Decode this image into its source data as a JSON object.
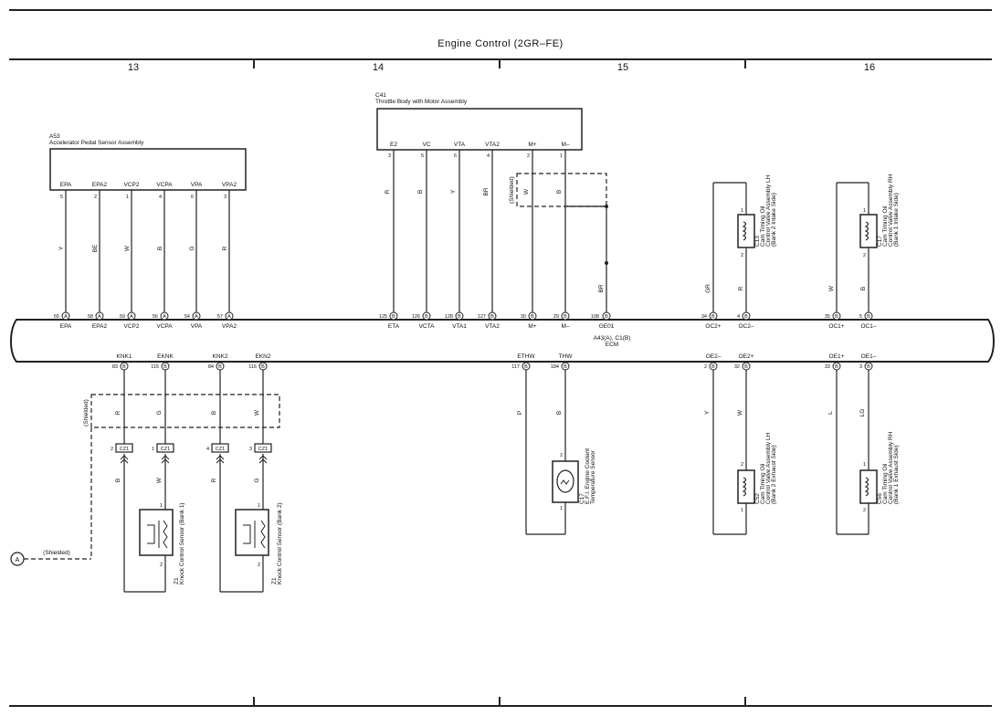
{
  "title": "Engine Control (2GR–FE)",
  "columns": [
    "13",
    "14",
    "15",
    "16"
  ],
  "shielded": "(Shielded)",
  "ground_ref": "A",
  "ecm": {
    "line1": "A43(A), C1(B)",
    "line2": "ECM"
  },
  "a53": {
    "id": "A53",
    "name": "Accelerator Pedal Sensor Assembly",
    "terms": [
      "EPA",
      "EPA2",
      "VCP2",
      "VCPA",
      "VPA",
      "VPA2"
    ],
    "pins": [
      "5",
      "2",
      "1",
      "4",
      "6",
      "3"
    ],
    "wires": [
      "Y",
      "BE",
      "W",
      "B",
      "G",
      "R"
    ],
    "ecm_pins": [
      "55",
      "58",
      "59",
      "56",
      "54",
      "57"
    ],
    "ecm_conn": [
      "A",
      "A",
      "A",
      "A",
      "A",
      "A"
    ],
    "ecm_names": [
      "EPA",
      "EPA2",
      "VCP2",
      "VCPA",
      "VPA",
      "VPA2"
    ]
  },
  "c41": {
    "id": "C41",
    "name": "Throttle Body with Motor Assembly",
    "terms": [
      "E2",
      "VC",
      "VTA",
      "VTA2",
      "M+",
      "M–"
    ],
    "pins": [
      "3",
      "5",
      "6",
      "4",
      "2",
      "1"
    ],
    "wires": [
      "R",
      "B",
      "Y",
      "BR",
      "W",
      "B"
    ],
    "ecm_pins": [
      "125",
      "126",
      "128",
      "127",
      "30",
      "29"
    ],
    "ecm_conn": [
      "B",
      "B",
      "B",
      "B",
      "B",
      "B"
    ],
    "ecm_names": [
      "ETA",
      "VCTA",
      "VTA1",
      "VTA2",
      "M+",
      "M–"
    ]
  },
  "ge01": {
    "wire": "BR",
    "pin": "108",
    "conn": "B",
    "name": "GE01"
  },
  "c13": {
    "id": "C13",
    "l1": "Cam Timing Oil",
    "l2": "Control Valve Assembly LH",
    "l3": "(Bank 2 Intake Side)",
    "wires": [
      "GR",
      "R"
    ],
    "pins_ecm": [
      "34",
      "4"
    ],
    "conn": [
      "B",
      "B"
    ],
    "names": [
      "OC2+",
      "OC2–"
    ],
    "pins": [
      "1",
      "2"
    ]
  },
  "c17": {
    "id": "C17",
    "l1": "Cam Timing Oil",
    "l2": "Control Valve Assembly RH",
    "l3": "(Bank 1 Intake Side)",
    "wires": [
      "W",
      "B"
    ],
    "pins_ecm": [
      "35",
      "5"
    ],
    "conn": [
      "B",
      "B"
    ],
    "names": [
      "OC1+",
      "OC1–"
    ],
    "pins": [
      "1",
      "2"
    ]
  },
  "knock": {
    "names": [
      "KNK1",
      "EKNK",
      "KNK2",
      "EKN2"
    ],
    "pins": [
      "83",
      "115",
      "84",
      "116"
    ],
    "conn": [
      "B",
      "B",
      "B",
      "B"
    ],
    "wires_top": [
      "R",
      "G",
      "B",
      "W"
    ],
    "cz1_pins": [
      "2",
      "1",
      "4",
      "3"
    ],
    "cz1": "CZ1",
    "wires_bot": [
      "B",
      "W",
      "R",
      "G"
    ]
  },
  "z1": {
    "id": "Z1",
    "name": "Knock Control Sensor (Bank 1)",
    "pins": [
      "1",
      "2"
    ]
  },
  "z2": {
    "id": "Z1",
    "name": "Knock Control Sensor (Bank 2)",
    "pins": [
      "1",
      "2"
    ]
  },
  "c17b": {
    "id": "C17",
    "l1": "E.F.I. Engine Coolant",
    "l2": "Temperature Sensor",
    "names": [
      "ETHW",
      "THW"
    ],
    "pins_ecm": [
      "117",
      "184"
    ],
    "conn": [
      "B",
      "B"
    ],
    "wires": [
      "P",
      "B"
    ],
    "pins": [
      "2",
      "1"
    ]
  },
  "c52": {
    "id": "C52",
    "l1": "Cam Timing Oil",
    "l2": "Control Valve Assembly LH",
    "l3": "(Bank 2 Exhaust Side)",
    "names": [
      "OE2–",
      "OE2+"
    ],
    "pins_ecm": [
      "2",
      "32"
    ],
    "conn": [
      "B",
      "B"
    ],
    "wires": [
      "Y",
      "W"
    ],
    "pins": [
      "1",
      "2"
    ]
  },
  "c56": {
    "id": "C56",
    "l1": "Cam Timing Oil",
    "l2": "Control Valve Assembly RH",
    "l3": "(Bank 1 Exhaust Side)",
    "names": [
      "OE1+",
      "OE1–"
    ],
    "pins_ecm": [
      "33",
      "3"
    ],
    "conn": [
      "B",
      "B"
    ],
    "wires": [
      "L",
      "LG"
    ],
    "pins": [
      "2",
      "1"
    ]
  }
}
